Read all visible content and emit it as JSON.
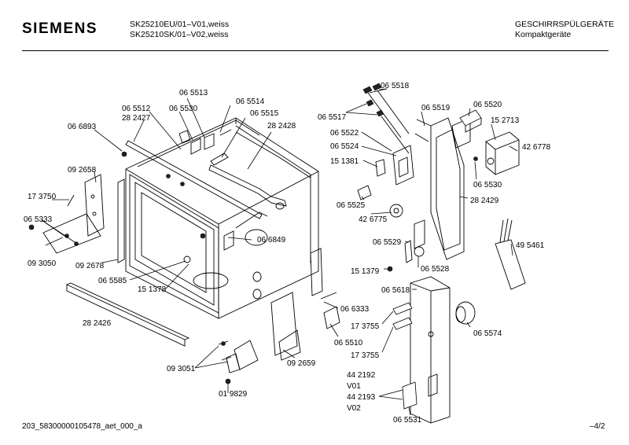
{
  "header": {
    "brand": "SIEMENS",
    "model_line_1": "SK25210EU/01–V01,weiss",
    "model_line_2": "SK25210SK/01–V02,weiss",
    "category_line_1": "GESCHIRRSPÜLGERÄTE",
    "category_line_2": "Kompaktgeräte"
  },
  "footer": {
    "doc_id": "203_58300000105478_aet_000_a",
    "page": "–4/2"
  },
  "parts": {
    "p065513": "06 5513",
    "p065512": "06 5512",
    "p065530a": "06 5530",
    "p065514": "06 5514",
    "p282427": "28 2427",
    "p065515": "06 5515",
    "p066893": "06 6893",
    "p282428": "28 2428",
    "p092658": "09 2658",
    "p173750": "17 3750",
    "p065333": "06 5333",
    "p093050": "09 3050",
    "p092678": "09 2678",
    "p065585": "06 5585",
    "p151378": "15 1378",
    "p066849": "06 6849",
    "p282426": "28 2426",
    "p093051": "09 3051",
    "p019829": "01 9829",
    "p092659": "09 2659",
    "p066333": "06 6333",
    "p065510": "06 5510",
    "p065518": "06 5518",
    "p065517": "06 5517",
    "p065519": "06 5519",
    "p065520": "06 5520",
    "p065522": "06 5522",
    "p152713": "15 2713",
    "p065524": "06 5524",
    "p426778": "42 6778",
    "p151381": "15 1381",
    "p065530b": "06 5530",
    "p065525": "06 5525",
    "p282429": "28 2429",
    "p426775": "42 6775",
    "p065529": "06 5529",
    "p495461": "49 5461",
    "p065528": "06 5528",
    "p151379": "15 1379",
    "p065618": "06 5618",
    "p173755a": "17 3755",
    "p173755b": "17 3755",
    "p065574": "06 5574",
    "p442192": "44 2192",
    "v01": "V01",
    "p442193": "44 2193",
    "v02": "V02",
    "p065531": "06 5531"
  }
}
